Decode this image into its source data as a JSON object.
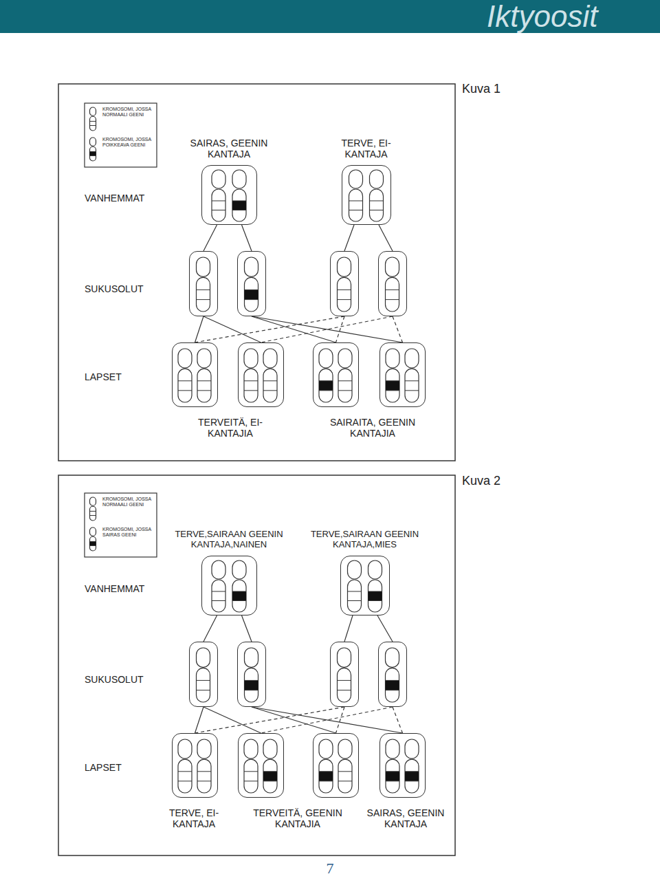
{
  "diagram": {
    "title": "Iktyoosit",
    "nodes": [
      {
        "text": [
          "SAIRAS, GEENIN KANTAJA"
        ]
      },
      {
        "text": [
          "TERVE, EI-KANTAJA"
        ]
      },
      {
        "text": []
      },
      {
        "text": []
      },
      {
        "text": []
      },
      {
        "text": []
      },
      {
        "text": []
      },
      {
        "text": []
      },
      {
        "text": []
      },
      {
        "text": []
      },
      {
        "text": [
          "TERVE,SAIRAAN GEENIN KANTAJA,NAINEN"
        ]
      },
      {
        "text": [
          "TERVE,SAIRAAN GEENIN KANTAJA,MIES"
        ]
      },
      {
        "text": []
      },
      {
        "text": []
      },
      {
        "text": []
      },
      {
        "text": []
      },
      {
        "text": []
      },
      {
        "text": []
      },
      {
        "text": []
      },
      {
        "text": []
      }
    ],
    "edges": [
      {
        "from": 0,
        "to": 2,
        "arrow": "none"
      },
      {
        "from": 0,
        "to": 3,
        "arrow": "none"
      },
      {
        "from": 1,
        "to": 4,
        "arrow": "none"
      },
      {
        "from": 1,
        "to": 5,
        "arrow": "none"
      },
      {
        "from": 2,
        "to": 6,
        "arrow": "none"
      },
      {
        "from": 2,
        "to": 7,
        "arrow": "none"
      },
      {
        "from": 3,
        "to": 8,
        "arrow": "none"
      },
      {
        "from": 3,
        "to": 9,
        "arrow": "none"
      },
      {
        "from": 4,
        "to": 6,
        "arrow": "none"
      },
      {
        "from": 4,
        "to": 8,
        "arrow": "none"
      },
      {
        "from": 5,
        "to": 7,
        "arrow": "none"
      },
      {
        "from": 5,
        "to": 9,
        "arrow": "none"
      },
      {
        "from": 10,
        "to": 12,
        "arrow": "none"
      },
      {
        "from": 10,
        "to": 13,
        "arrow": "none"
      },
      {
        "from": 11,
        "to": 14,
        "arrow": "none"
      },
      {
        "from": 11,
        "to": 15,
        "arrow": "none"
      },
      {
        "from": 12,
        "to": 16,
        "arrow": "none"
      },
      {
        "from": 12,
        "to": 17,
        "arrow": "none"
      },
      {
        "from": 13,
        "to": 18,
        "arrow": "none"
      },
      {
        "from": 13,
        "to": 19,
        "arrow": "none"
      },
      {
        "from": 14,
        "to": 16,
        "arrow": "none"
      },
      {
        "from": 14,
        "to": 18,
        "arrow": "none"
      },
      {
        "from": 15,
        "to": 17,
        "arrow": "none"
      },
      {
        "from": 15,
        "to": 19,
        "arrow": "none"
      }
    ],
    "labels": [
      "Kuva 1",
      "VANHEMMAT",
      "SUKUSOLUT",
      "LAPSET",
      "TERVEITÄ, EI-KANTAJIA",
      "SAIRAITA, GEENIN KANTAJIA",
      "Kuva 2",
      "VANHEMMAT",
      "SUKUSOLUT",
      "LAPSET",
      "TERVE, EI-KANTAJA",
      "TERVEITÄ, GEENIN KANTAJIA",
      "SAIRAS, GEENIN KANTAJA",
      "7"
    ],
    "legend": [
      {
        "text": "KROMOSOMI, JOSSA NORMAALI GEENI"
      },
      {
        "text": "KROMOSOMI, JOSSA POIKKEAVA GEENI"
      },
      {
        "text": "KROMOSOMI, JOSSA NORMAALI GEENI"
      },
      {
        "text": "KROMOSOMI, JOSSA SAIRAS GEENI"
      }
    ]
  }
}
